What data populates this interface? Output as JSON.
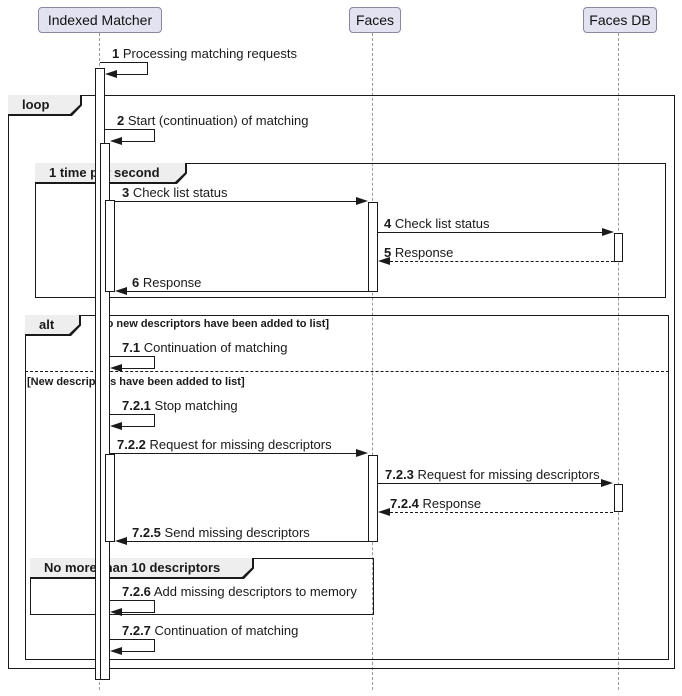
{
  "diagram_type": "uml-sequence-diagram",
  "participants": {
    "im": "Indexed Matcher",
    "faces": "Faces",
    "facesdb": "Faces DB"
  },
  "frames": {
    "loop": {
      "label": "loop"
    },
    "timer": {
      "label": "1 time per second"
    },
    "alt": {
      "label": "alt",
      "guard1": "[No new descriptors have been added to list]",
      "guard2": "[New descriptors have been added to list]"
    },
    "limit": {
      "label": "No more than 10 descriptors"
    }
  },
  "messages": {
    "m1": {
      "num": "1",
      "text": "Processing matching requests"
    },
    "m2": {
      "num": "2",
      "text": "Start (continuation) of matching"
    },
    "m3": {
      "num": "3",
      "text": "Check list status"
    },
    "m4": {
      "num": "4",
      "text": "Check list status"
    },
    "m5": {
      "num": "5",
      "text": "Response"
    },
    "m6": {
      "num": "6",
      "text": "Response"
    },
    "m71": {
      "num": "7.1",
      "text": "Continuation of matching"
    },
    "m721": {
      "num": "7.2.1",
      "text": "Stop matching"
    },
    "m722": {
      "num": "7.2.2",
      "text": "Request for missing descriptors"
    },
    "m723": {
      "num": "7.2.3",
      "text": "Request for missing descriptors"
    },
    "m724": {
      "num": "7.2.4",
      "text": "Response"
    },
    "m725": {
      "num": "7.2.5",
      "text": "Send missing descriptors"
    },
    "m726": {
      "num": "7.2.6",
      "text": "Add missing descriptors to memory"
    },
    "m727": {
      "num": "7.2.7",
      "text": "Continuation of matching"
    }
  },
  "colors": {
    "participant_fill": "#E2E2F0",
    "participant_border": "#8888A0",
    "frame_border": "#1A1A1A",
    "frame_label_fill": "#EEEEEE",
    "line_color": "#1A1A1A",
    "lifeline_color": "#9A9A9A",
    "background": "#FFFFFF"
  }
}
